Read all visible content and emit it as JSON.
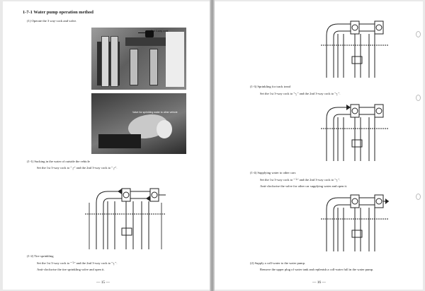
{
  "left_page": {
    "section_title": "1-7-1  Water pump operation method",
    "step1": "(1) Operate the 3 way-cock and valve.",
    "photo1_callout": "2nd 3-way cock",
    "photo2_callout": "Valve for sprinkling water to other vehicle",
    "case1_title": "(1-1) Sucking in the water of outside the vehicle",
    "case1_text": "Set the 1st 3-way cock to \"┌\" and the 2nd 3-way cock to \"┌\".",
    "case2_title": "(1-2) Tire sprinkling",
    "case2_text": "Set the 1st 3-way cock to \"└\" and the 2nd 3-way cock to \"┐\".",
    "case2_note": "Anti-clockwise the tire sprinkling valve and open it.",
    "page_number": "— 15 —"
  },
  "right_page": {
    "case3_title": "(1-3) Sprinkling for track tread",
    "case3_text": "Set the 1st 3-way cock to \"┐\" and the 2nd 3-way cock to \"┐\".",
    "case4_title": "(1-4) Supplying water to other cars",
    "case4_text": "Set the 1st 3-way cock to \"└\" and the 2nd 3-way cock to \"┐\".",
    "case4_note": "Anti-clockwise the valve for other car supplying water and open it.",
    "step2_title": "(2) Supply a coll-water to the water pump.",
    "step2_text": "Remove the upper plug of water tank and replenish a coll-water full in the water pump.",
    "page_number": "— 16 —"
  }
}
